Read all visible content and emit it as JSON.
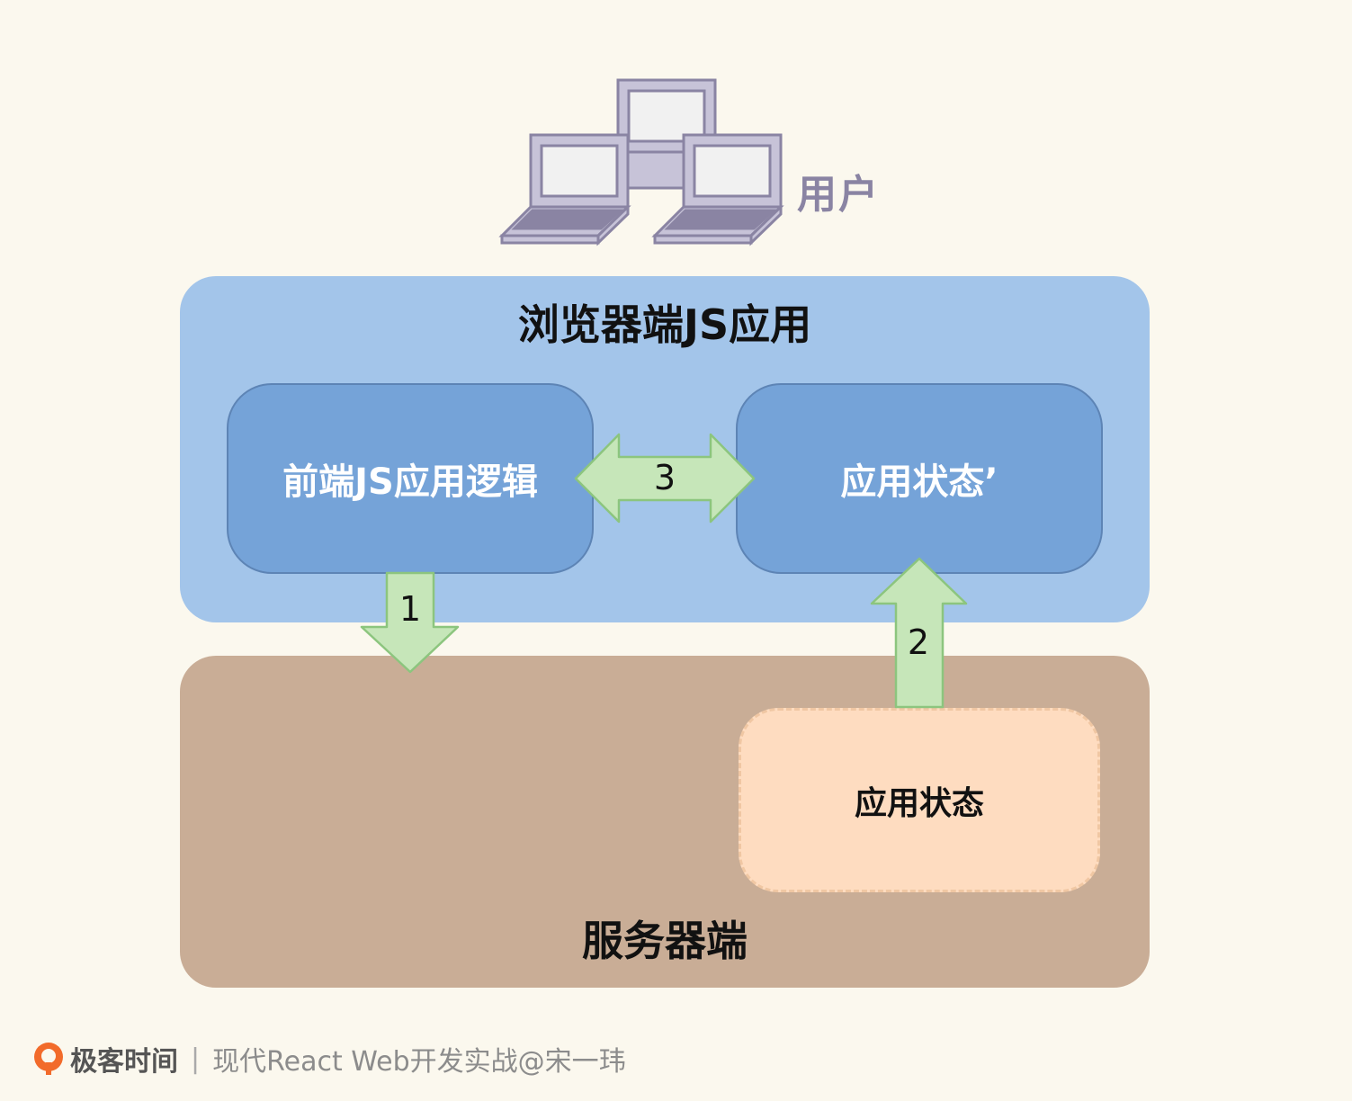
{
  "users": {
    "label": "用户",
    "icon": "laptops-icon"
  },
  "browser": {
    "title": "浏览器端JS应用",
    "frontend_logic": "前端JS应用逻辑",
    "app_state_prime": "应用状态’"
  },
  "server": {
    "title": "服务器端",
    "app_state": "应用状态"
  },
  "arrows": {
    "step1": "1",
    "step2": "2",
    "step3": "3"
  },
  "footer": {
    "brand": "极客时间",
    "course": "现代React Web开发实战@宋一玮"
  },
  "colors": {
    "background": "#fbf8ee",
    "browser_panel": "#a3c5ea",
    "inner_box": "#75a3d8",
    "server_panel": "#c9ad96",
    "server_state": "#fedcc0",
    "arrow_fill": "#c6e6b9",
    "arrow_stroke": "#8cc57e"
  }
}
